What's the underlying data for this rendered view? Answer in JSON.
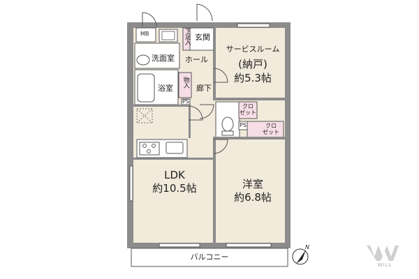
{
  "floorplan": {
    "labels": {
      "mb": "MB",
      "genkan": "玄関",
      "getabako": "下足入",
      "hall": "ホール",
      "senmen": "洗面室",
      "yokushitsu": "浴室",
      "monoire": "物入",
      "rouka": "廊下",
      "ps_top": "PS",
      "ps_mid": "PS",
      "service_room": "サービスルーム",
      "nando": "(納戸)",
      "service_size": "約5.3帖",
      "closet_a_1": "クロ",
      "closet_a_2": "ゼット",
      "closet_b_1": "クロ",
      "closet_b_2": "ゼット",
      "ldk": "LDK",
      "ldk_size": "約10.5帖",
      "youshitsu": "洋室",
      "youshitsu_size": "約6.8帖",
      "balcony": "バルコニー"
    },
    "compass": {
      "north": "N"
    },
    "brand": {
      "name": "WILL"
    },
    "colors": {
      "wall": "#8c8c8c",
      "floor": "#f2eadb",
      "wet": "#ffffff",
      "storage": "#f6dde6",
      "outline": "#555555"
    }
  }
}
